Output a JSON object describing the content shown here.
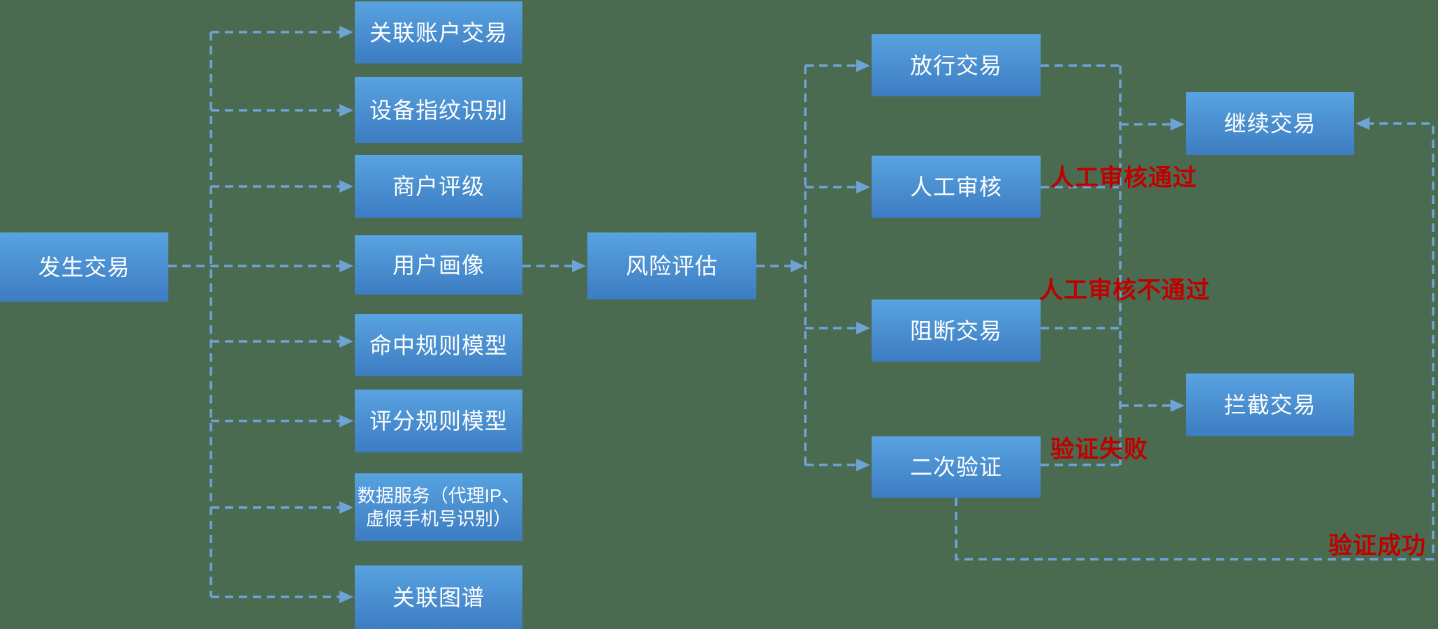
{
  "diagram": {
    "background_color": "#4A6B50",
    "box_gradient_top": "#58A3E0",
    "box_gradient_bottom": "#3D7CC2",
    "box_text_color": "#FFFFFF",
    "connector_color": "#6FA3D8",
    "edge_label_color": "#C00000"
  },
  "nodes": {
    "transaction_occurs": "发生交易",
    "linked_account_transaction": "关联账户交易",
    "device_fingerprint": "设备指纹识别",
    "merchant_rating": "商户评级",
    "user_profile": "用户画像",
    "hit_rule_model": "命中规则模型",
    "score_rule_model": "评分规则模型",
    "data_service": "数据服务（代理IP、\n虚假手机号识别）",
    "relation_graph": "关联图谱",
    "risk_assessment": "风险评估",
    "release_transaction": "放行交易",
    "manual_review": "人工审核",
    "block_transaction": "阻断交易",
    "secondary_verification": "二次验证",
    "continue_transaction": "继续交易",
    "intercept_transaction": "拦截交易"
  },
  "edge_labels": {
    "manual_review_pass": "人工审核通过",
    "manual_review_fail": "人工审核不通过",
    "verification_fail": "验证失败",
    "verification_success": "验证成功"
  }
}
